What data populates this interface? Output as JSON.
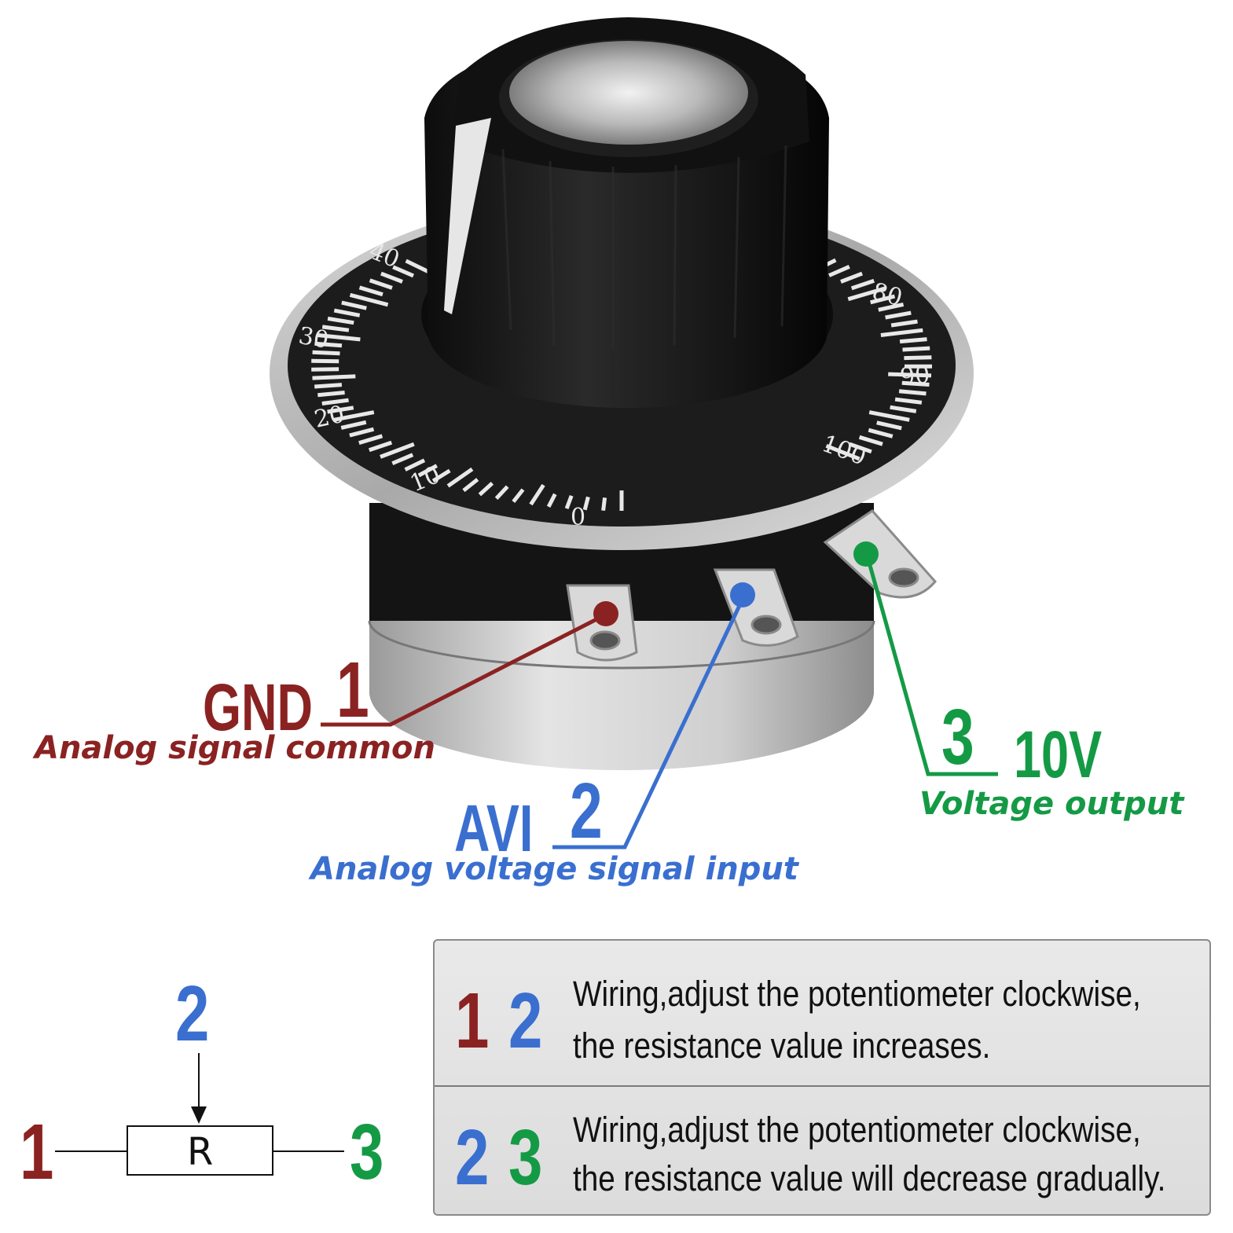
{
  "colors": {
    "gnd": "#8b2222",
    "avi": "#3a6fd0",
    "v10": "#149a45",
    "knob": "#161616",
    "dial": "#1a1a1a",
    "metal": "#c9c9c9"
  },
  "dial": {
    "scale_labels": [
      "0",
      "10",
      "20",
      "30",
      "40",
      "80",
      "90",
      "100"
    ]
  },
  "pins": {
    "gnd": {
      "number": "1",
      "name": "GND",
      "description": "Analog signal common"
    },
    "avi": {
      "number": "2",
      "name": "AVI",
      "description": "Analog voltage signal input"
    },
    "v10": {
      "number": "3",
      "name": "10V",
      "description": "Voltage output"
    }
  },
  "schematic": {
    "pin1": "1",
    "pin2": "2",
    "pin3": "3",
    "resistor_label": "R"
  },
  "wiring": [
    {
      "pins": [
        "1",
        "2"
      ],
      "line1": "Wiring,adjust the potentiometer clockwise,",
      "line2": "the resistance value  increases."
    },
    {
      "pins": [
        "2",
        "3"
      ],
      "line1": "Wiring,adjust the potentiometer clockwise,",
      "line2": "the resistance value  will decrease gradually."
    }
  ]
}
